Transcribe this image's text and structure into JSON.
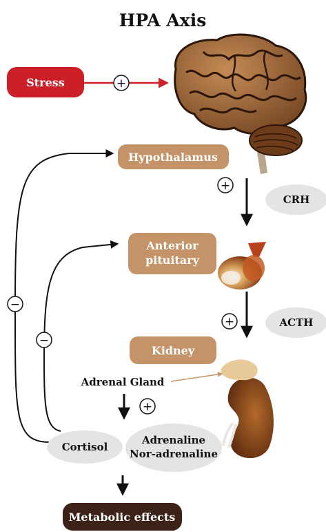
{
  "title": "HPA Axis",
  "nodes": {
    "stress": "Stress",
    "hypothalamus": "Hypothalamus",
    "anterior_pituitary_line1": "Anterior",
    "anterior_pituitary_line2": "pituitary",
    "kidney": "Kidney",
    "adrenal_gland": "Adrenal Gland",
    "cortisol": "Cortisol",
    "adrenaline": "Adrenaline",
    "nor_adrenaline": "Nor-adrenaline",
    "metabolic_effects": "Metabolic effects"
  },
  "hormones": {
    "crh": "CRH",
    "acth": "ACTH"
  },
  "signs": {
    "plus": "+",
    "minus": "−"
  },
  "colors": {
    "stress": "#cc1f27",
    "organ_label": "#c49367",
    "hormone_bubble": "#e4e4e4",
    "metabolic": "#3d2217",
    "arrow": "#111111"
  }
}
